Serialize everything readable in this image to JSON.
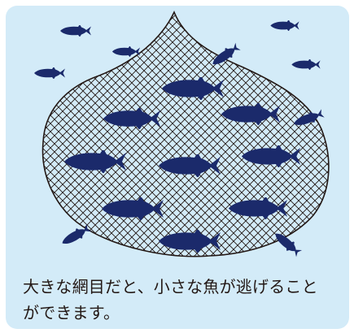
{
  "caption": {
    "line1": "大きな網目だと、小さな魚が逃げること",
    "line2": "ができます。"
  },
  "colors": {
    "background": "#d3ebf8",
    "fish": "#1b2a6b",
    "net": "#231815",
    "text": "#231815"
  },
  "illustration": {
    "net_icon": "fishing-net-icon",
    "fish_icon": "tuna-icon",
    "fish_inside_net": 11,
    "fish_outside_net": 7
  }
}
